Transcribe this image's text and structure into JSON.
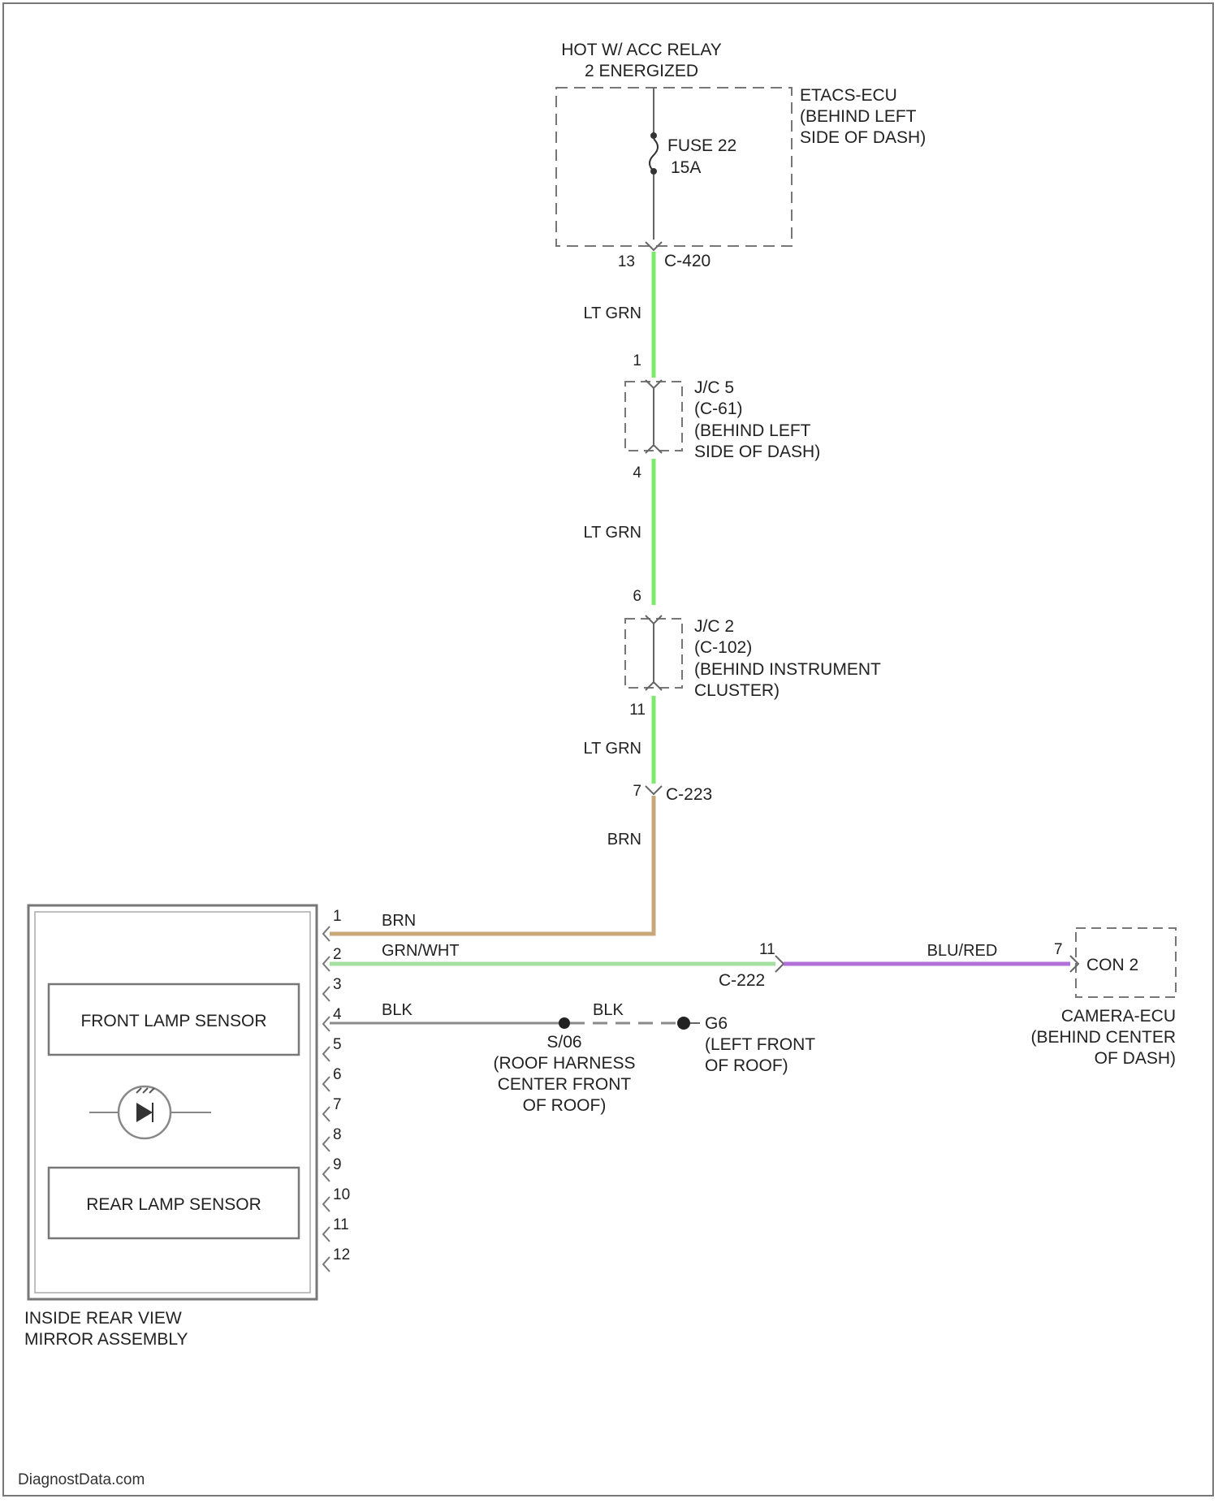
{
  "power_source": {
    "line1": "HOT W/ ACC RELAY",
    "line2": "2 ENERGIZED"
  },
  "etacs_ecu": {
    "line1": "ETACS-ECU",
    "line2": "(BEHIND LEFT",
    "line3": "SIDE OF DASH)"
  },
  "fuse": {
    "name": "FUSE 22",
    "rating": "15A"
  },
  "connectors": {
    "c420": {
      "name": "C-420",
      "pin": "13"
    },
    "jc5": {
      "line1": "J/C 5",
      "line2": "(C-61)",
      "line3": "(BEHIND LEFT",
      "line4": "SIDE OF DASH)",
      "pin_in": "1",
      "pin_out": "4"
    },
    "jc2": {
      "line1": "J/C 2",
      "line2": "(C-102)",
      "line3": "(BEHIND INSTRUMENT",
      "line4": "CLUSTER)",
      "pin_in": "6",
      "pin_out": "11"
    },
    "c223": {
      "name": "C-223",
      "pin": "7"
    },
    "c222": {
      "name": "C-222",
      "pin": "11"
    }
  },
  "wires": {
    "lt_grn_1": "LT GRN",
    "lt_grn_2": "LT GRN",
    "lt_grn_3": "LT GRN",
    "brn_1": "BRN",
    "brn_2": "BRN",
    "grn_wht": "GRN/WHT",
    "blu_red": "BLU/RED",
    "blk_1": "BLK",
    "blk_2": "BLK"
  },
  "splice": {
    "name": "S/06",
    "line2": "(ROOF HARNESS",
    "line3": "CENTER FRONT",
    "line4": "OF ROOF)"
  },
  "ground": {
    "name": "G6",
    "line2": "(LEFT FRONT",
    "line3": "OF ROOF)"
  },
  "camera_ecu": {
    "connector": "CON 2",
    "pin": "7",
    "line1": "CAMERA-ECU",
    "line2": "(BEHIND CENTER",
    "line3": "OF DASH)"
  },
  "mirror": {
    "front_sensor": "FRONT LAMP SENSOR",
    "rear_sensor": "REAR LAMP SENSOR",
    "name_line1": "INSIDE REAR VIEW",
    "name_line2": "MIRROR ASSEMBLY",
    "pins": [
      "1",
      "2",
      "3",
      "4",
      "5",
      "6",
      "7",
      "8",
      "9",
      "10",
      "11",
      "12"
    ]
  },
  "credit": "DiagnostData.com",
  "colors": {
    "lt_grn": "#7CEB6C",
    "brn": "#C8A878",
    "grn_wht": "#A6E0A0",
    "blu_red": "#B070D8",
    "blk": "#8A8A8A",
    "line": "#666666"
  }
}
